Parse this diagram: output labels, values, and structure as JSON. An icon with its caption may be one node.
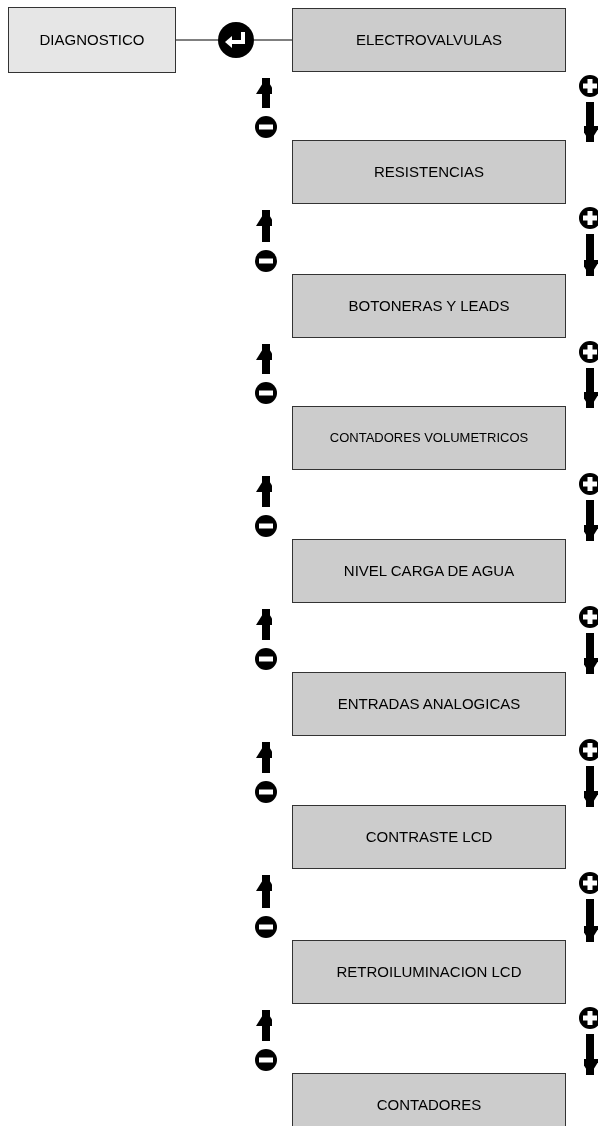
{
  "diagram": {
    "nodes": [
      {
        "text": [
          "DIAGNOSTICO"
        ]
      },
      {
        "text": [],
        "shape": "circle"
      },
      {
        "text": [
          "ELECTROVALVULAS"
        ]
      },
      {
        "text": [
          "RESISTENCIAS"
        ]
      },
      {
        "text": [
          "BOTONERAS Y LEADS"
        ]
      },
      {
        "text": [
          "CONTADORES VOLUMETRICOS"
        ]
      },
      {
        "text": [
          "NIVEL CARGA DE AGUA"
        ]
      },
      {
        "text": [
          "ENTRADAS ANALOGICAS"
        ]
      },
      {
        "text": [
          "CONTRASTE LCD"
        ]
      },
      {
        "text": [
          "RETROILUMINACION LCD"
        ]
      },
      {
        "text": [
          "CONTADORES"
        ]
      }
    ],
    "edges": [
      {
        "from": 0,
        "to": 1,
        "arrow": "none"
      },
      {
        "from": 1,
        "to": 2,
        "arrow": "none"
      },
      {
        "from": 2,
        "to": 3,
        "arrow": "to"
      },
      {
        "from": 3,
        "to": 2,
        "arrow": "to"
      },
      {
        "from": 3,
        "to": 4,
        "arrow": "to"
      },
      {
        "from": 4,
        "to": 3,
        "arrow": "to"
      },
      {
        "from": 4,
        "to": 5,
        "arrow": "to"
      },
      {
        "from": 5,
        "to": 4,
        "arrow": "to"
      },
      {
        "from": 5,
        "to": 6,
        "arrow": "to"
      },
      {
        "from": 6,
        "to": 5,
        "arrow": "to"
      },
      {
        "from": 6,
        "to": 7,
        "arrow": "to"
      },
      {
        "from": 7,
        "to": 6,
        "arrow": "to"
      },
      {
        "from": 7,
        "to": 8,
        "arrow": "to"
      },
      {
        "from": 8,
        "to": 7,
        "arrow": "to"
      },
      {
        "from": 8,
        "to": 9,
        "arrow": "to"
      },
      {
        "from": 9,
        "to": 8,
        "arrow": "to"
      },
      {
        "from": 9,
        "to": 10,
        "arrow": "to"
      },
      {
        "from": 10,
        "to": 9,
        "arrow": "to"
      }
    ]
  }
}
